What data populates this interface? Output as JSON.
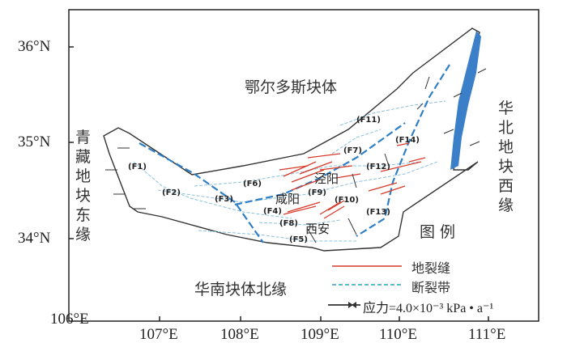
{
  "axes": {
    "x_ticks": [
      "106°E",
      "107°E",
      "108°E",
      "109°E",
      "110°E",
      "111°E"
    ],
    "y_ticks": [
      "36°N",
      "35°N",
      "34°N"
    ]
  },
  "regions": {
    "north": "鄂尔多斯块体",
    "west": "青藏地块东缘",
    "east": "华北地块西缘",
    "south": "华南块体北缘"
  },
  "faults": [
    "(F1)",
    "(F2)",
    "(F3)",
    "(F4)",
    "(F5)",
    "(F6)",
    "(F7)",
    "(F8)",
    "(F9)",
    "(F10)",
    "(F11)",
    "(F12)",
    "(F13)",
    "(F14)"
  ],
  "cities": {
    "jingyang": "泾阳",
    "xianyang": "咸阳",
    "xian": "西安"
  },
  "legend": {
    "title": "图 例",
    "ground_fissure": "地裂缝",
    "fault_zone": "断裂带",
    "stress": "应力=4.0×10⁻³ kPa • a⁻¹"
  },
  "colors": {
    "fissure": "#d63a2a",
    "fault": "#2f7fc6",
    "river": "#3a7fc8",
    "outline": "#333333"
  }
}
